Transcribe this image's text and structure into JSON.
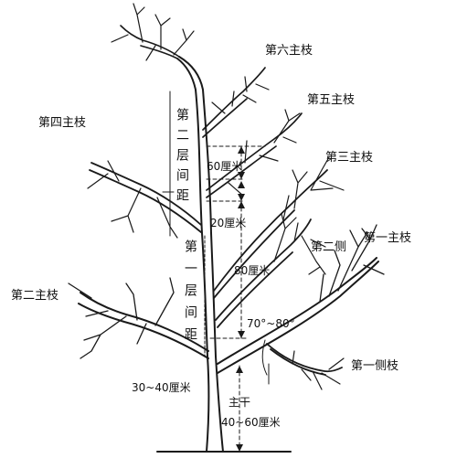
{
  "labels": {
    "sixth_main": "第六主枝",
    "fifth_main": "第五主枝",
    "fourth_main": "第四主枝",
    "third_main": "第三主枝",
    "first_main": "第一主枝",
    "second_side": "第二侧",
    "second_main": "第二主枝",
    "first_side": "第一侧枝",
    "layer2_spacing": "第二层间距",
    "layer1_spacing": "第一层间距",
    "dim_60cm": "60厘米",
    "dim_20cm": "20厘米",
    "dim_80cm": "80厘米",
    "angle": "70°~80°",
    "dim_30_40cm": "30~40厘米",
    "trunk": "主干",
    "dim_40_60cm": "40~60厘米"
  },
  "colors": {
    "ink": "#1a1a1a",
    "background": "#ffffff"
  }
}
